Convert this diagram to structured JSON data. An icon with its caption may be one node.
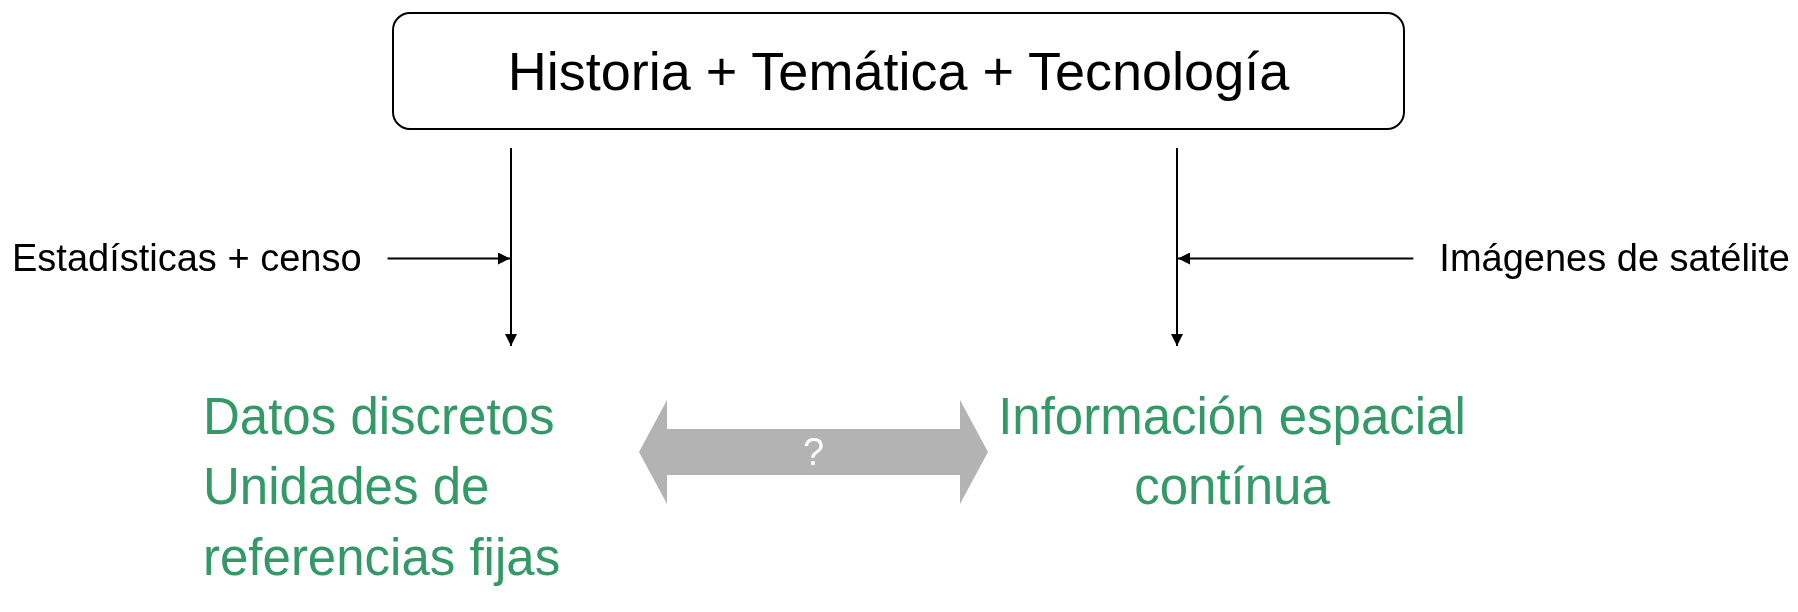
{
  "diagram": {
    "nodes": [
      {
        "text": [
          "Historia + Temática + Tecnología"
        ]
      },
      {
        "text": [
          "Estadísticas + censo"
        ]
      },
      {
        "text": [
          "Imágenes de satélite"
        ]
      },
      {
        "text": [
          "Datos discretos",
          "Unidades de referencias fijas"
        ]
      },
      {
        "text": [
          "Información espacial contínua"
        ]
      }
    ],
    "edges": [
      {
        "from": 0,
        "to": 3,
        "arrow": "to"
      },
      {
        "from": 0,
        "to": 4,
        "arrow": "to"
      },
      {
        "from": 1,
        "to": null,
        "arrow": "to"
      },
      {
        "from": 2,
        "to": null,
        "arrow": "to"
      },
      {
        "from": 3,
        "to": 4,
        "arrow": "both",
        "label": "?",
        "style": "thick",
        "color": "#b3b3b3"
      }
    ]
  }
}
